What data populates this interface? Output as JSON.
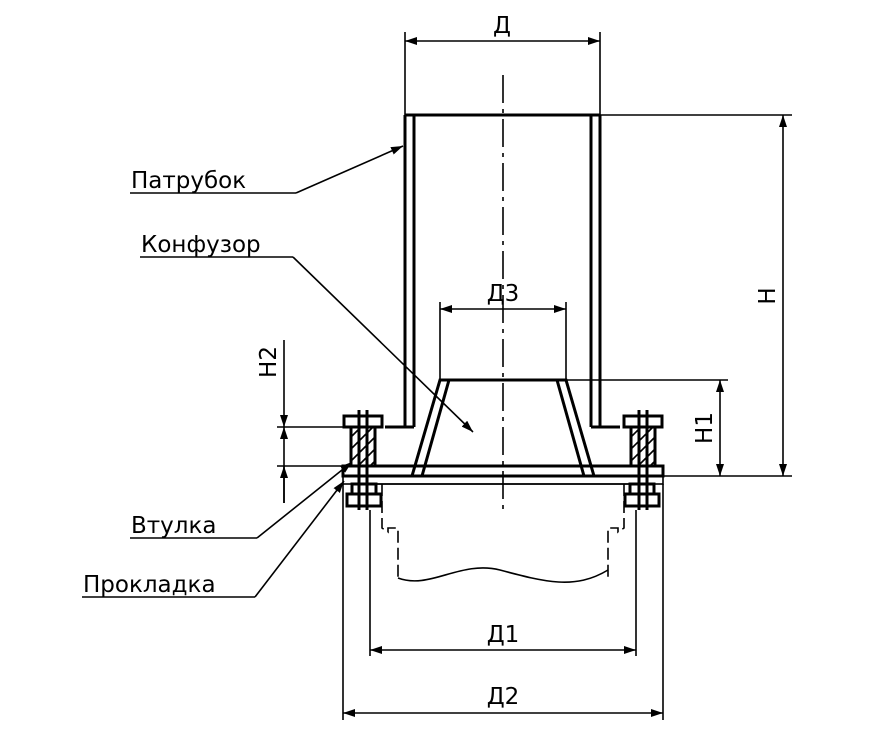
{
  "labels": {
    "patrubok": "Патрубок",
    "konfuzor": "Конфузор",
    "vtulka": "Втулка",
    "prokladka": "Прокладка"
  },
  "dimensions": {
    "D": "Д",
    "D1": "Д1",
    "D2": "Д2",
    "D3": "Д3",
    "H": "H",
    "H1": "H1",
    "H2": "H2"
  },
  "colors": {
    "line": "#000000",
    "background": "#ffffff"
  }
}
